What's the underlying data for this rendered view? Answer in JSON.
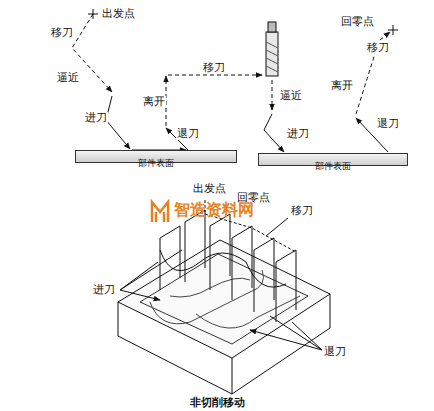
{
  "diagram": {
    "caption": "非切削移动",
    "nodes": [
      {
        "text": [
          "部件表面"
        ]
      },
      {
        "text": [
          "部件表面"
        ]
      }
    ],
    "labels": [
      "出发点",
      "移刀",
      "逼近",
      "进刀",
      "离开",
      "退刀",
      "移刀",
      "逼近",
      "进刀",
      "回零点",
      "移刀",
      "离开",
      "退刀",
      "出发点",
      "回零点",
      "移刀",
      "进刀",
      "退刀",
      "智造资料网"
    ]
  }
}
